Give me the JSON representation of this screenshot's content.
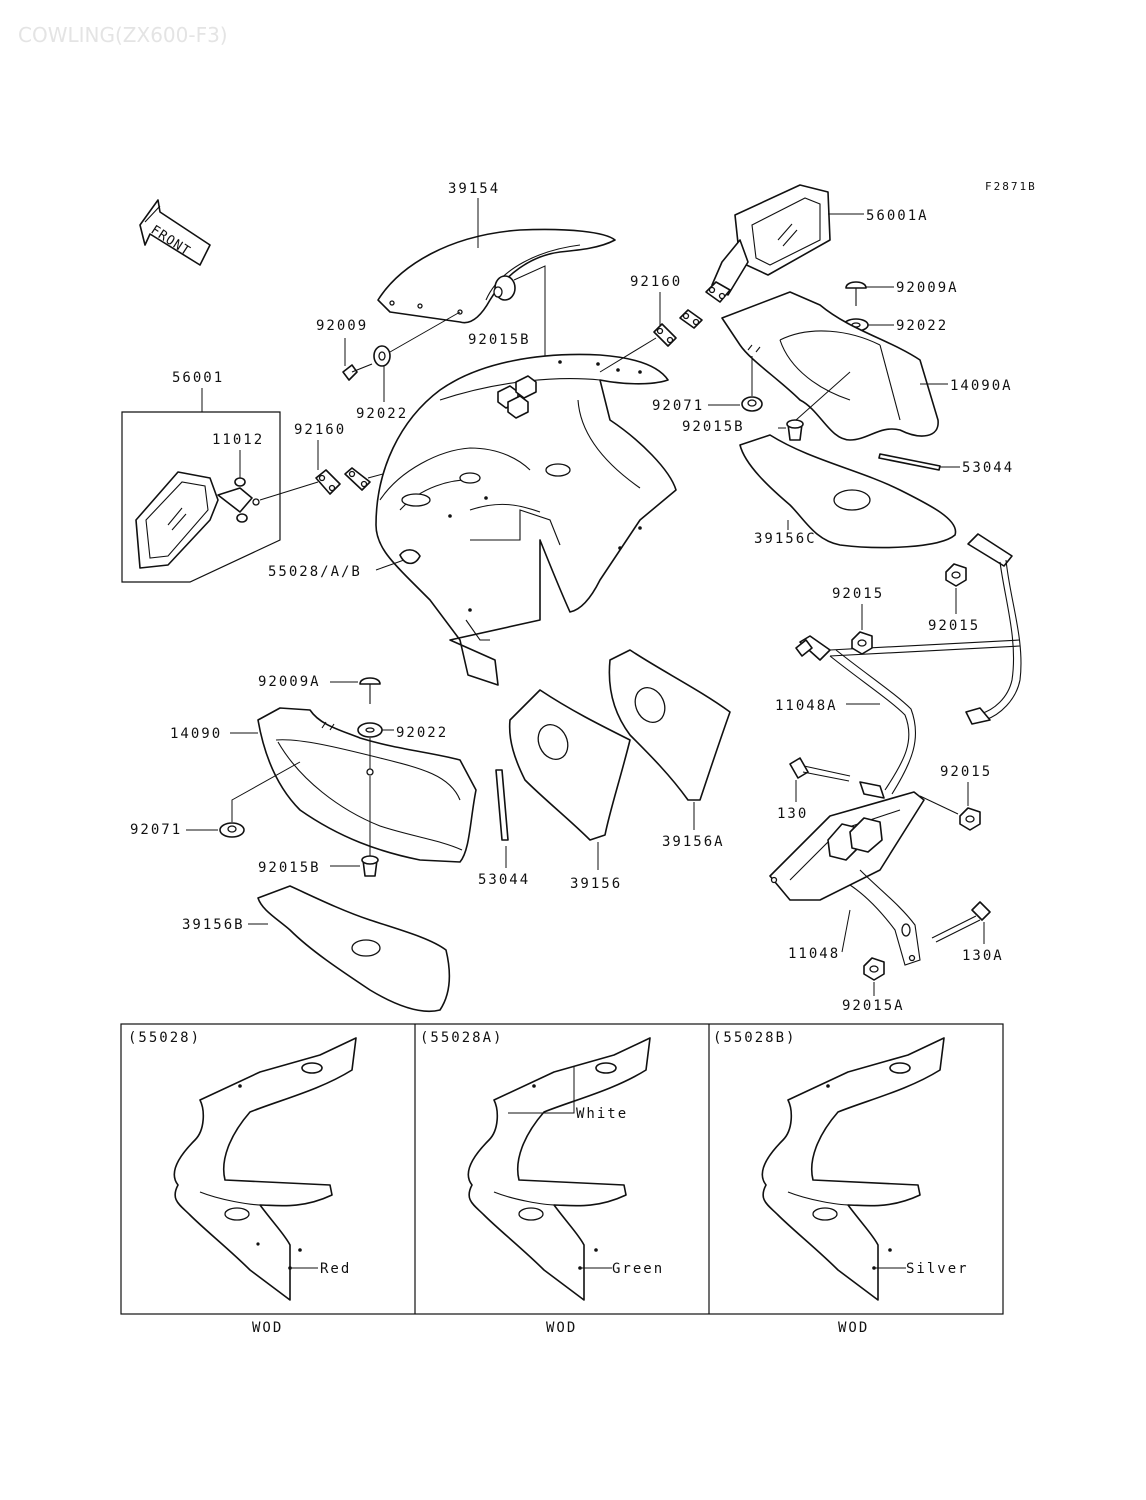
{
  "title": "COWLING(ZX600-F3)",
  "figure_code": "F2871B",
  "front_arrow_label": "FRONT",
  "part_labels": {
    "p39154": "39154",
    "p56001A": "56001A",
    "p92009A_top": "92009A",
    "p92022_top": "92022",
    "p14090A": "14090A",
    "p53044_top": "53044",
    "p39156C": "39156C",
    "p92160_top": "92160",
    "p92071_top": "92071",
    "p92015B_top": "92015B",
    "p92015B_center": "92015B",
    "p92009": "92009",
    "p92022_left": "92022",
    "p56001": "56001",
    "p11012": "11012",
    "p92160_left": "92160",
    "p55028AB": "55028/A/B",
    "p92015_a": "92015",
    "p92015_b": "92015",
    "p11048A": "11048A",
    "p130": "130",
    "p92015_c": "92015",
    "p11048": "11048",
    "p130A": "130A",
    "p92015A": "92015A",
    "p92009A_left": "92009A",
    "p14090": "14090",
    "p92022_mid": "92022",
    "p92071_left": "92071",
    "p92015B_left": "92015B",
    "p53044_mid": "53044",
    "p39156": "39156",
    "p39156A": "39156A",
    "p39156B": "39156B"
  },
  "variants": [
    {
      "code": "(55028)",
      "color": "Red",
      "market": "WOD"
    },
    {
      "code": "(55028A)",
      "color": "Green",
      "extra": "White",
      "market": "WOD"
    },
    {
      "code": "(55028B)",
      "color": "Silver",
      "market": "WOD"
    }
  ]
}
